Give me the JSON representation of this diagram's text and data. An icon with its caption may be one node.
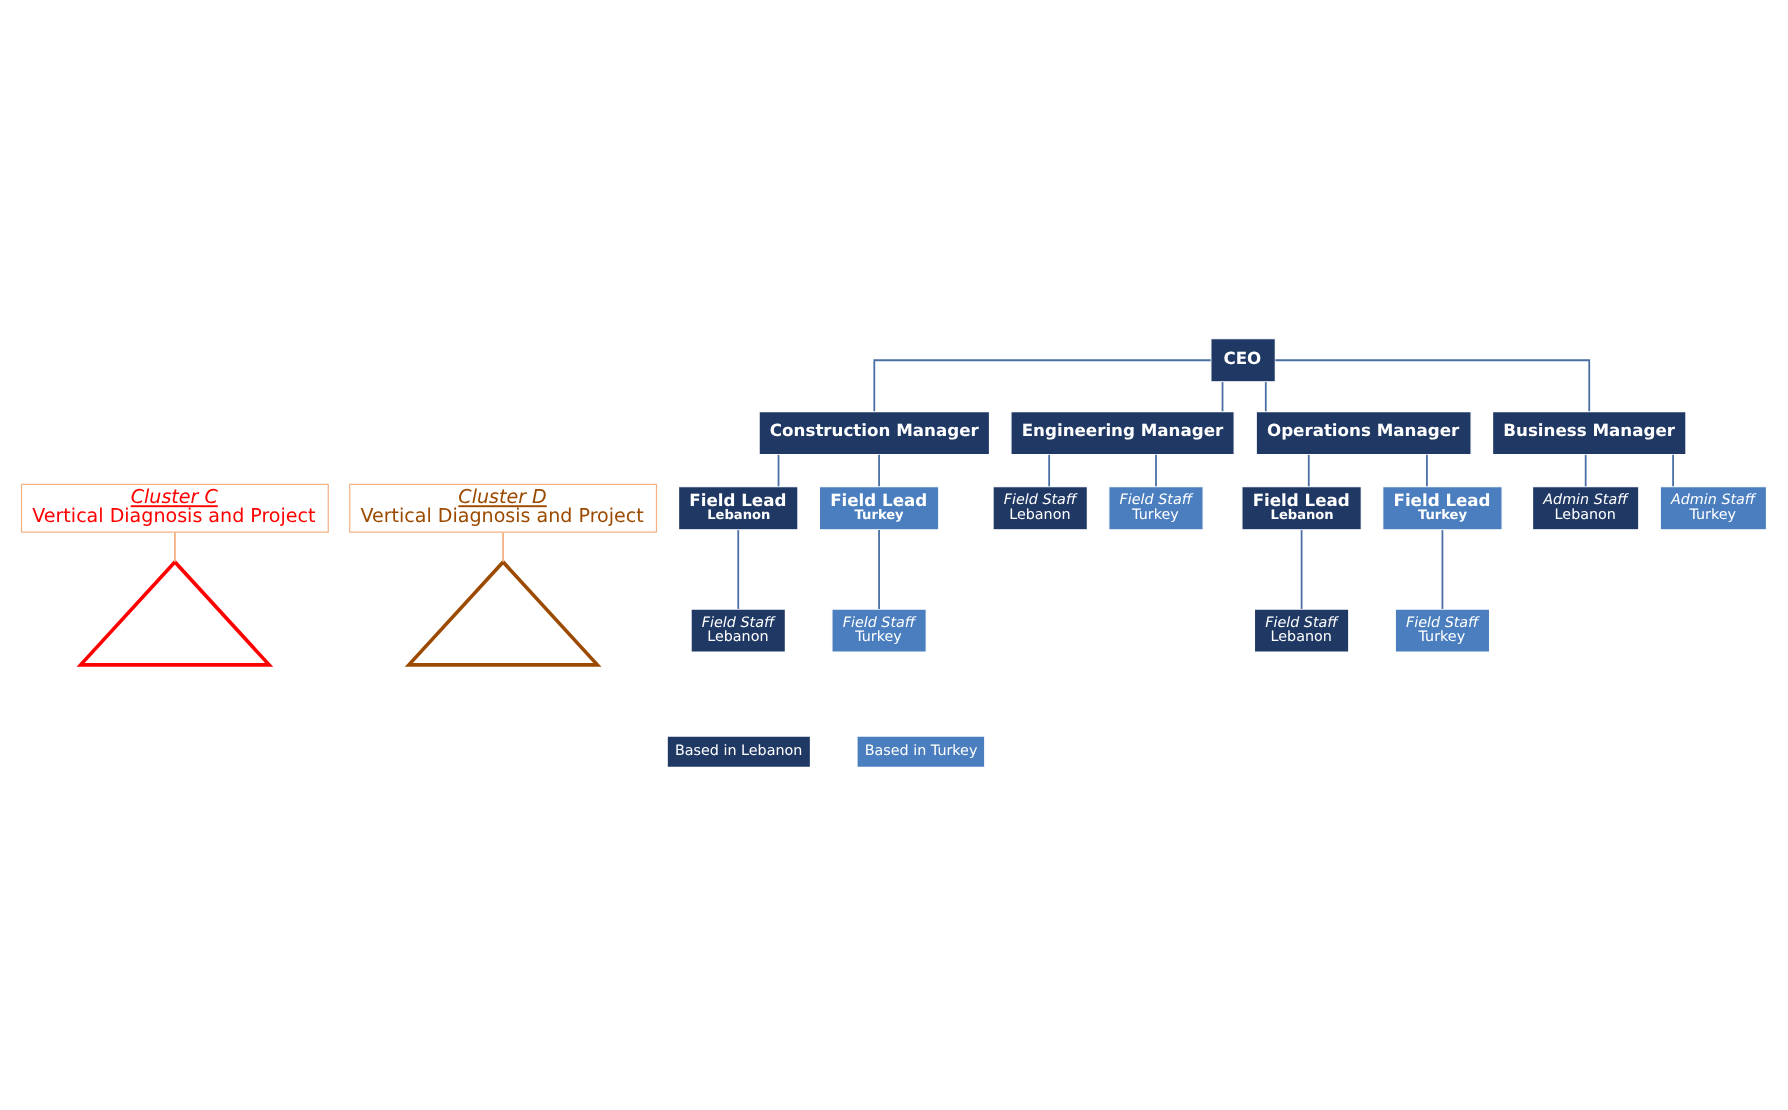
{
  "diagram": {
    "nodes": [
      {
        "text": [
          "Cluster C",
          "Vertical Diagnosis and Project"
        ]
      },
      {
        "text": [
          "Cluster D",
          "Vertical Diagnosis and Project"
        ]
      },
      {
        "text": [
          "CEO"
        ]
      },
      {
        "text": [
          "Construction Manager"
        ]
      },
      {
        "text": [
          "Engineering Manager"
        ]
      },
      {
        "text": [
          "Operations Manager"
        ]
      },
      {
        "text": [
          "Business Manager"
        ]
      },
      {
        "text": [
          "Field Lead",
          "Lebanon"
        ]
      },
      {
        "text": [
          "Field Lead",
          "Turkey"
        ]
      },
      {
        "text": [
          "Field Staff",
          "Lebanon"
        ]
      },
      {
        "text": [
          "Field Staff",
          "Turkey"
        ]
      },
      {
        "text": [
          "Field Staff",
          "Lebanon"
        ]
      },
      {
        "text": [
          "Field Staff",
          "Turkey"
        ]
      },
      {
        "text": [
          "Field Lead",
          "Lebanon"
        ]
      },
      {
        "text": [
          "Field Lead",
          "Turkey"
        ]
      },
      {
        "text": [
          "Field Staff",
          "Lebanon"
        ]
      },
      {
        "text": [
          "Field Staff",
          "Turkey"
        ]
      },
      {
        "text": [
          "Admin Staff",
          "Lebanon"
        ]
      },
      {
        "text": [
          "Admin Staff",
          "Turkey"
        ]
      },
      {
        "text": [],
        "shape": "triangle"
      },
      {
        "text": [],
        "shape": "triangle"
      }
    ],
    "edges": [
      {
        "from": 2,
        "to": 3,
        "arrow": "none"
      },
      {
        "from": 2,
        "to": 4,
        "arrow": "none"
      },
      {
        "from": 2,
        "to": 5,
        "arrow": "none"
      },
      {
        "from": 2,
        "to": 6,
        "arrow": "none"
      },
      {
        "from": 3,
        "to": 7,
        "arrow": "none"
      },
      {
        "from": 3,
        "to": 8,
        "arrow": "none"
      },
      {
        "from": 7,
        "to": 9,
        "arrow": "none"
      },
      {
        "from": 8,
        "to": 10,
        "arrow": "none"
      },
      {
        "from": 4,
        "to": 11,
        "arrow": "none"
      },
      {
        "from": 4,
        "to": 12,
        "arrow": "none"
      },
      {
        "from": 5,
        "to": 13,
        "arrow": "none"
      },
      {
        "from": 5,
        "to": 14,
        "arrow": "none"
      },
      {
        "from": 13,
        "to": 15,
        "arrow": "none"
      },
      {
        "from": 14,
        "to": 16,
        "arrow": "none"
      },
      {
        "from": 6,
        "to": 17,
        "arrow": "none"
      },
      {
        "from": 6,
        "to": 18,
        "arrow": "none"
      },
      {
        "from": 0,
        "to": 19,
        "arrow": "none",
        "color": "#f4b183"
      },
      {
        "from": 1,
        "to": 20,
        "arrow": "none",
        "color": "#f4b183"
      }
    ],
    "legend": [
      {
        "text": "Based in Lebanon",
        "color": "#1f3864"
      },
      {
        "text": "Based in Turkey",
        "color": "#4a7ebf"
      }
    ]
  }
}
